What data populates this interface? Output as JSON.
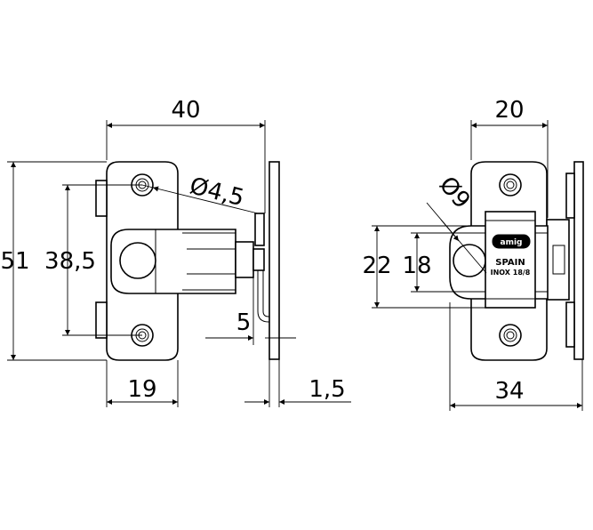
{
  "dimensions": {
    "side_view": {
      "width_total": "40",
      "height_total": "51",
      "hole_spacing": "38,5",
      "hole_diameter": "Ø4,5",
      "base_width": "19",
      "bolt_offset": "5",
      "plate_thickness": "1,5"
    },
    "front_view": {
      "width_top": "20",
      "width_total": "34",
      "bolt_diameter": "Ø9",
      "outer_height": "22",
      "inner_height": "18"
    }
  },
  "stamp": {
    "brand": "amig",
    "origin": "SPAIN",
    "material": "INOX 18/8"
  }
}
